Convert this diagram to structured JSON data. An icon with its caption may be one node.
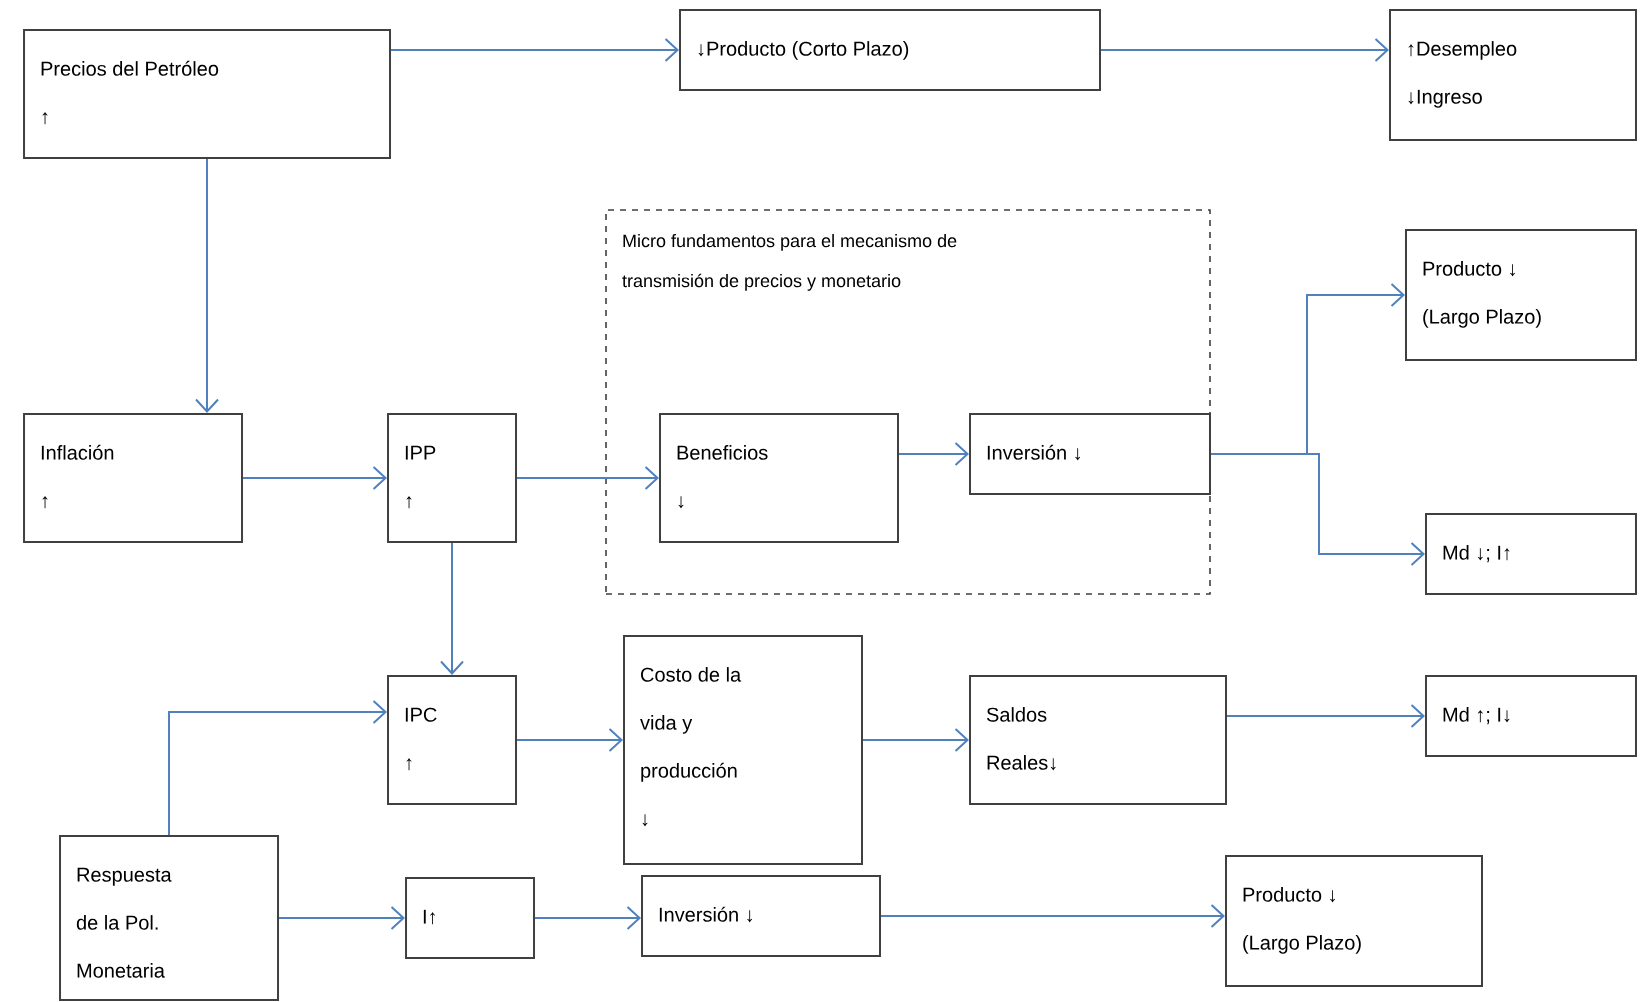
{
  "diagram": {
    "nodes": [
      {
        "text": [
          "Precios del Petróleo ↑"
        ]
      },
      {
        "text": [
          "↓Producto (Corto Plazo)"
        ]
      },
      {
        "text": [
          "↑Desempleo ↓Ingreso"
        ]
      },
      {
        "text": [
          "Micro fundamentos para el mecanismo de transmisión de precios y monetario"
        ]
      },
      {
        "text": [
          "Inflación ↑"
        ]
      },
      {
        "text": [
          "IPP ↑"
        ]
      },
      {
        "text": [
          "Beneficios ↓"
        ],
        "in": 3
      },
      {
        "text": [
          "Inversión ↓"
        ],
        "in": 3
      },
      {
        "text": [
          "Producto ↓ (Largo Plazo)"
        ]
      },
      {
        "text": [
          "Md ↓; I↑"
        ]
      },
      {
        "text": [
          "IPC ↑"
        ]
      },
      {
        "text": [
          "Costo de la vida y producción ↓"
        ]
      },
      {
        "text": [
          "Saldos Reales↓"
        ]
      },
      {
        "text": [
          "Md ↑; I↓"
        ]
      },
      {
        "text": [
          "Respuesta de la Pol. Monetaria"
        ]
      },
      {
        "text": [
          "I↑"
        ]
      },
      {
        "text": [
          "Inversión ↓"
        ]
      },
      {
        "text": [
          "Producto ↓ (Largo Plazo)"
        ]
      }
    ],
    "edges": [
      {
        "from": 0,
        "to": 1,
        "arrow": "to"
      },
      {
        "from": 1,
        "to": 2,
        "arrow": "to"
      },
      {
        "from": 0,
        "to": 4,
        "arrow": "to"
      },
      {
        "from": 4,
        "to": 5,
        "arrow": "to"
      },
      {
        "from": 5,
        "to": 6,
        "arrow": "to"
      },
      {
        "from": 6,
        "to": 7,
        "arrow": "to"
      },
      {
        "from": 7,
        "to": 8,
        "arrow": "to"
      },
      {
        "from": 7,
        "to": 9,
        "arrow": "to"
      },
      {
        "from": 5,
        "to": 10,
        "arrow": "to"
      },
      {
        "from": 14,
        "to": 10,
        "arrow": "to"
      },
      {
        "from": 10,
        "to": 11,
        "arrow": "to"
      },
      {
        "from": 11,
        "to": 12,
        "arrow": "to"
      },
      {
        "from": 12,
        "to": 13,
        "arrow": "to"
      },
      {
        "from": 14,
        "to": 15,
        "arrow": "to"
      },
      {
        "from": 15,
        "to": 16,
        "arrow": "to"
      },
      {
        "from": 16,
        "to": 17,
        "arrow": "to"
      }
    ]
  }
}
